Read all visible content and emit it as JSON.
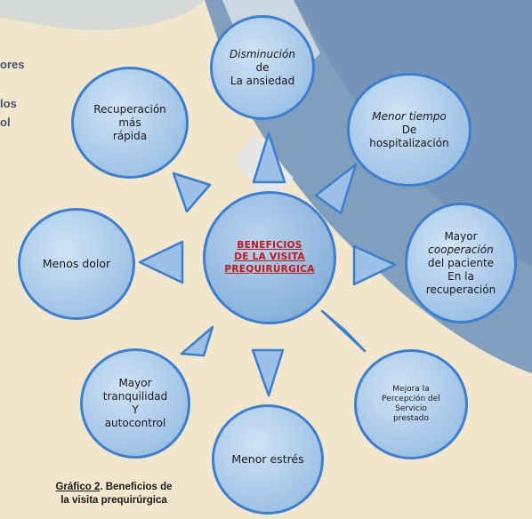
{
  "side_text": [
    "ores",
    "los",
    "ol"
  ],
  "center": [
    "BENEFICIOS",
    "DE LA VISITA",
    "PREQUIRÚRGICA"
  ],
  "benefits": {
    "top": [
      "Disminución",
      "de",
      "La ansiedad"
    ],
    "top_left": [
      "Recuperación",
      "más",
      "rápida"
    ],
    "top_right": [
      "Menor tiempo",
      "De",
      "hospitalización"
    ],
    "left": [
      "Menos dolor"
    ],
    "right": [
      "Mayor",
      "cooperación",
      "del paciente",
      "En la",
      "recuperación"
    ],
    "bottom_left": [
      "Mayor",
      "tranquilidad",
      "Y",
      "autocontrol"
    ],
    "bottom": [
      "Menor estrés"
    ],
    "bottom_right": [
      "Mejora la",
      "Percepción del",
      "Servicio",
      "prestado"
    ]
  },
  "caption": {
    "label": "Gráfico 2",
    "rest": ". Beneficios de",
    "line2": "la visita prequirúrgica"
  },
  "colors": {
    "bubble_border": "#3a7fd0",
    "center_text": "#c01818",
    "background_blue": "#7f9fbd",
    "background_cream": "#f2e6cc"
  }
}
